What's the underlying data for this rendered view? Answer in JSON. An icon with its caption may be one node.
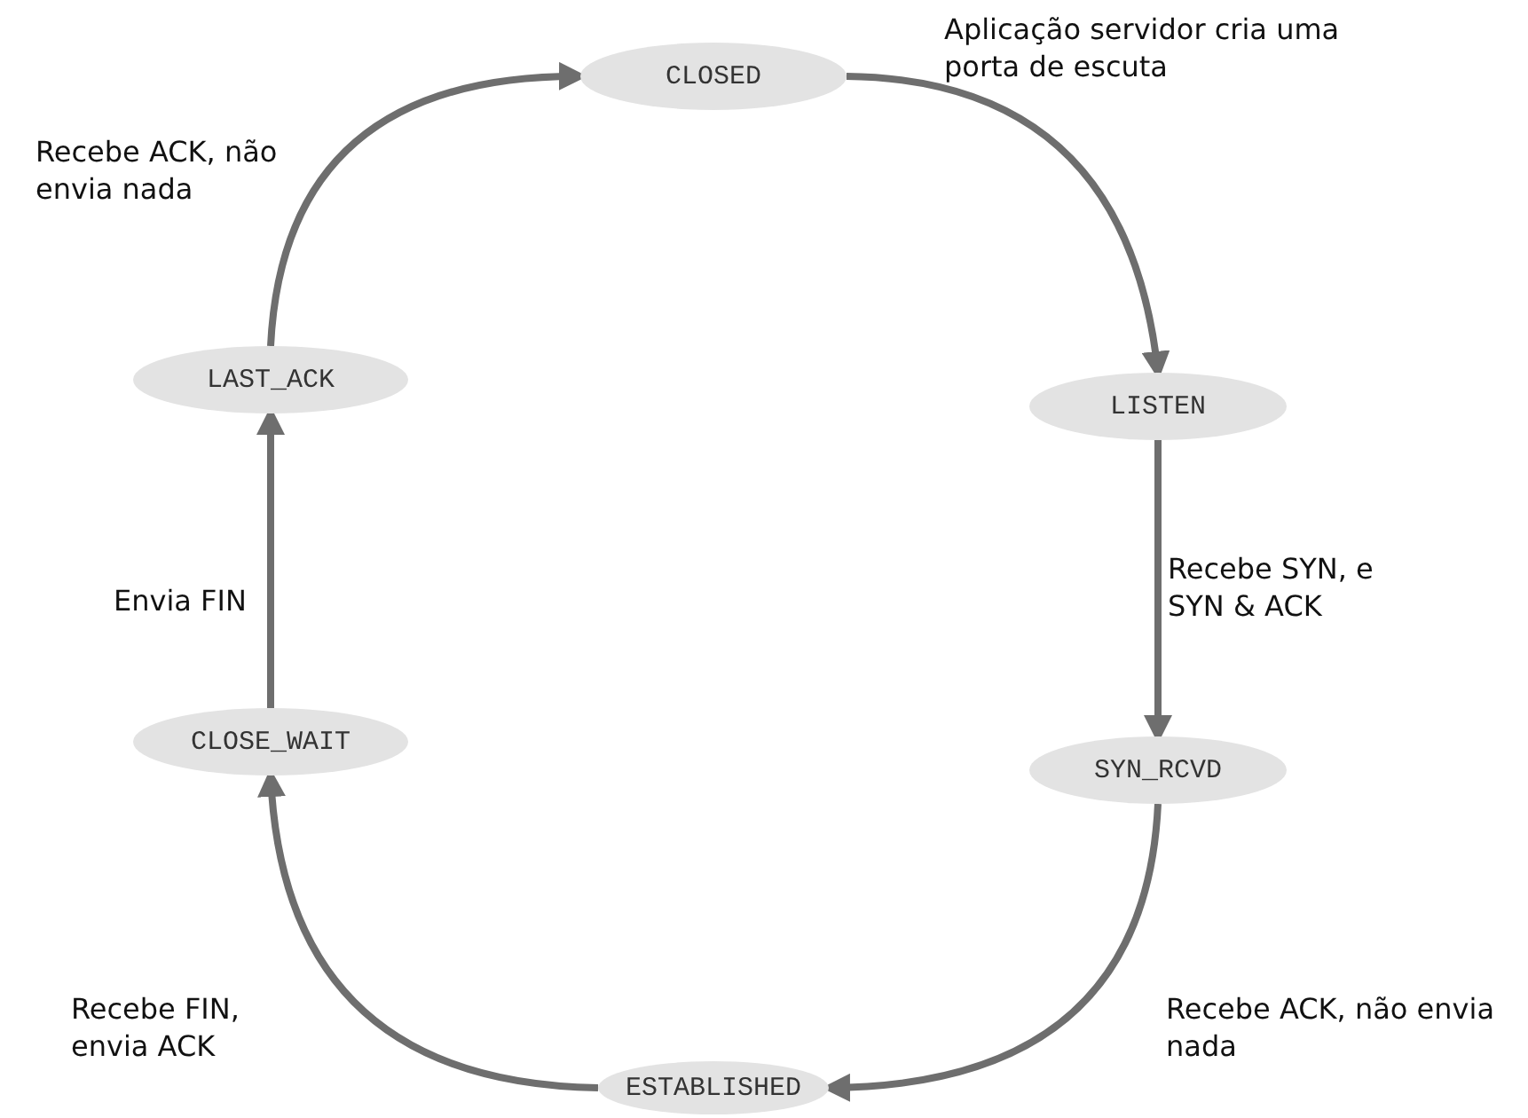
{
  "diagram": {
    "nodes": [
      {
        "text": [
          "CLOSED"
        ]
      },
      {
        "text": [
          "LISTEN"
        ]
      },
      {
        "text": [
          "SYN_RCVD"
        ]
      },
      {
        "text": [
          "ESTABLISHED"
        ]
      },
      {
        "text": [
          "CLOSE_WAIT"
        ]
      },
      {
        "text": [
          "LAST_ACK"
        ]
      }
    ],
    "edges": [
      {
        "from": 0,
        "to": 1,
        "arrow": "to",
        "label": "Aplicação servidor cria uma porta de escuta"
      },
      {
        "from": 1,
        "to": 2,
        "arrow": "to",
        "label": "Recebe SYN, e SYN & ACK"
      },
      {
        "from": 2,
        "to": 3,
        "arrow": "to",
        "label": "Recebe ACK, não envia nada"
      },
      {
        "from": 3,
        "to": 4,
        "arrow": "to",
        "label": "Recebe FIN, envia ACK"
      },
      {
        "from": 4,
        "to": 5,
        "arrow": "to",
        "label": "Envia FIN"
      },
      {
        "from": 5,
        "to": 0,
        "arrow": "to",
        "label": "Recebe ACK, não envia nada"
      }
    ]
  }
}
